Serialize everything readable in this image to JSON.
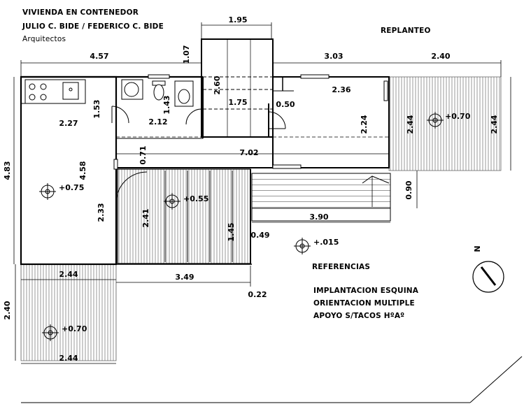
{
  "header": {
    "line1": "VIVIENDA EN CONTENEDOR",
    "line2": "JULIO C. BIDE / FEDERICO C. BIDE",
    "line3": "Arquitectos"
  },
  "plan_title": "REPLANTEO",
  "dimensions": {
    "d_457": "4.57",
    "d_195": "1.95",
    "d_107": "1.07",
    "d_303": "3.03",
    "d_240_top": "2.40",
    "d_260": "2.60",
    "d_175": "1.75",
    "d_050": "0.50",
    "d_236": "2.36",
    "d_153": "1.53",
    "d_143": "1.43",
    "d_212": "2.12",
    "d_227": "2.27",
    "d_224": "2.24",
    "d_244_deck_a": "2.44",
    "d_244_deck_b": "2.44",
    "d_483": "4.83",
    "d_458": "4.58",
    "d_071": "0.71",
    "d_702": "7.02",
    "d_090": "0.90",
    "d_233": "2.33",
    "d_241": "2.41",
    "d_145": "1.45",
    "d_049": "0.49",
    "d_390": "3.90",
    "d_244_left_top": "2.44",
    "d_349": "3.49",
    "d_022": "0.22",
    "d_240_left": "2.40",
    "d_244_left_bottom": "2.44"
  },
  "levels": {
    "deck_right": "+0.70",
    "living": "+0.75",
    "porch": "+0.55",
    "ground": "+.015",
    "deck_left": "+0.70"
  },
  "references": {
    "title": "REFERENCIAS",
    "line1": "IMPLANTACION ESQUINA",
    "line2": "ORIENTACION  MULTIPLE",
    "line3": "APOYO S/TACOS HºAº"
  },
  "north": {
    "label": "N"
  }
}
